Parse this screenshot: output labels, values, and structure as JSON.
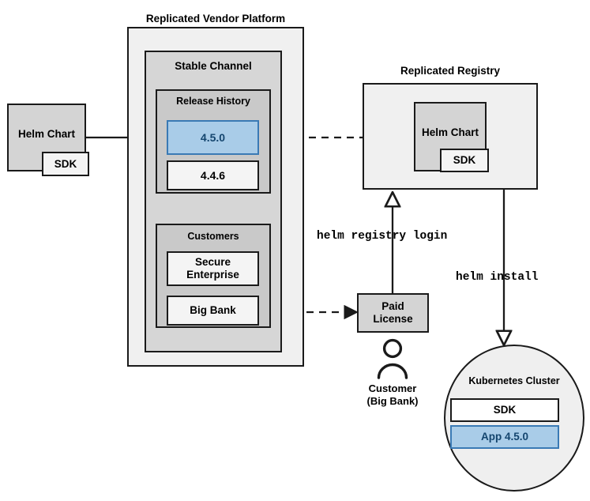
{
  "diagram": {
    "title_labels": {
      "vendor_platform": "Replicated Vendor Platform",
      "replicated_registry": "Replicated Registry"
    },
    "vendor_platform": {
      "stable_channel": {
        "heading": "Stable Channel",
        "release_history": {
          "heading": "Release History",
          "releases": [
            {
              "version": "4.5.0",
              "highlighted": true
            },
            {
              "version": "4.4.6",
              "highlighted": false
            }
          ]
        },
        "customers": {
          "heading": "Customers",
          "items": [
            {
              "name": "Secure Enterprise"
            },
            {
              "name": "Big Bank"
            }
          ]
        }
      }
    },
    "source_chart": {
      "label": "Helm Chart",
      "sdk_label": "SDK"
    },
    "registry": {
      "chart_label": "Helm Chart",
      "sdk_label": "SDK"
    },
    "paid_license": {
      "label": "Paid\nLicense",
      "line1": "Paid",
      "line2": "License"
    },
    "customer_persona": {
      "icon": "person-icon",
      "line1": "Customer",
      "line2": "(Big Bank)"
    },
    "cluster": {
      "heading": "Kubernetes Cluster",
      "items": [
        {
          "label": "SDK",
          "highlighted": false
        },
        {
          "label": "App 4.5.0",
          "highlighted": true
        }
      ]
    },
    "commands": {
      "registry_login": "helm registry login",
      "install": "helm install"
    },
    "colors": {
      "accent_blue_fill": "#a9cce8",
      "accent_blue_border": "#3a7ab5",
      "accent_blue_text": "#14456e",
      "outer_fill": "#f0f0f0",
      "channel_fill": "#d6d6d6",
      "group_fill": "#c9c9c9",
      "node_fill": "#d4d4d4",
      "stroke": "#1a1a1a",
      "page_background": "#ffffff"
    }
  }
}
